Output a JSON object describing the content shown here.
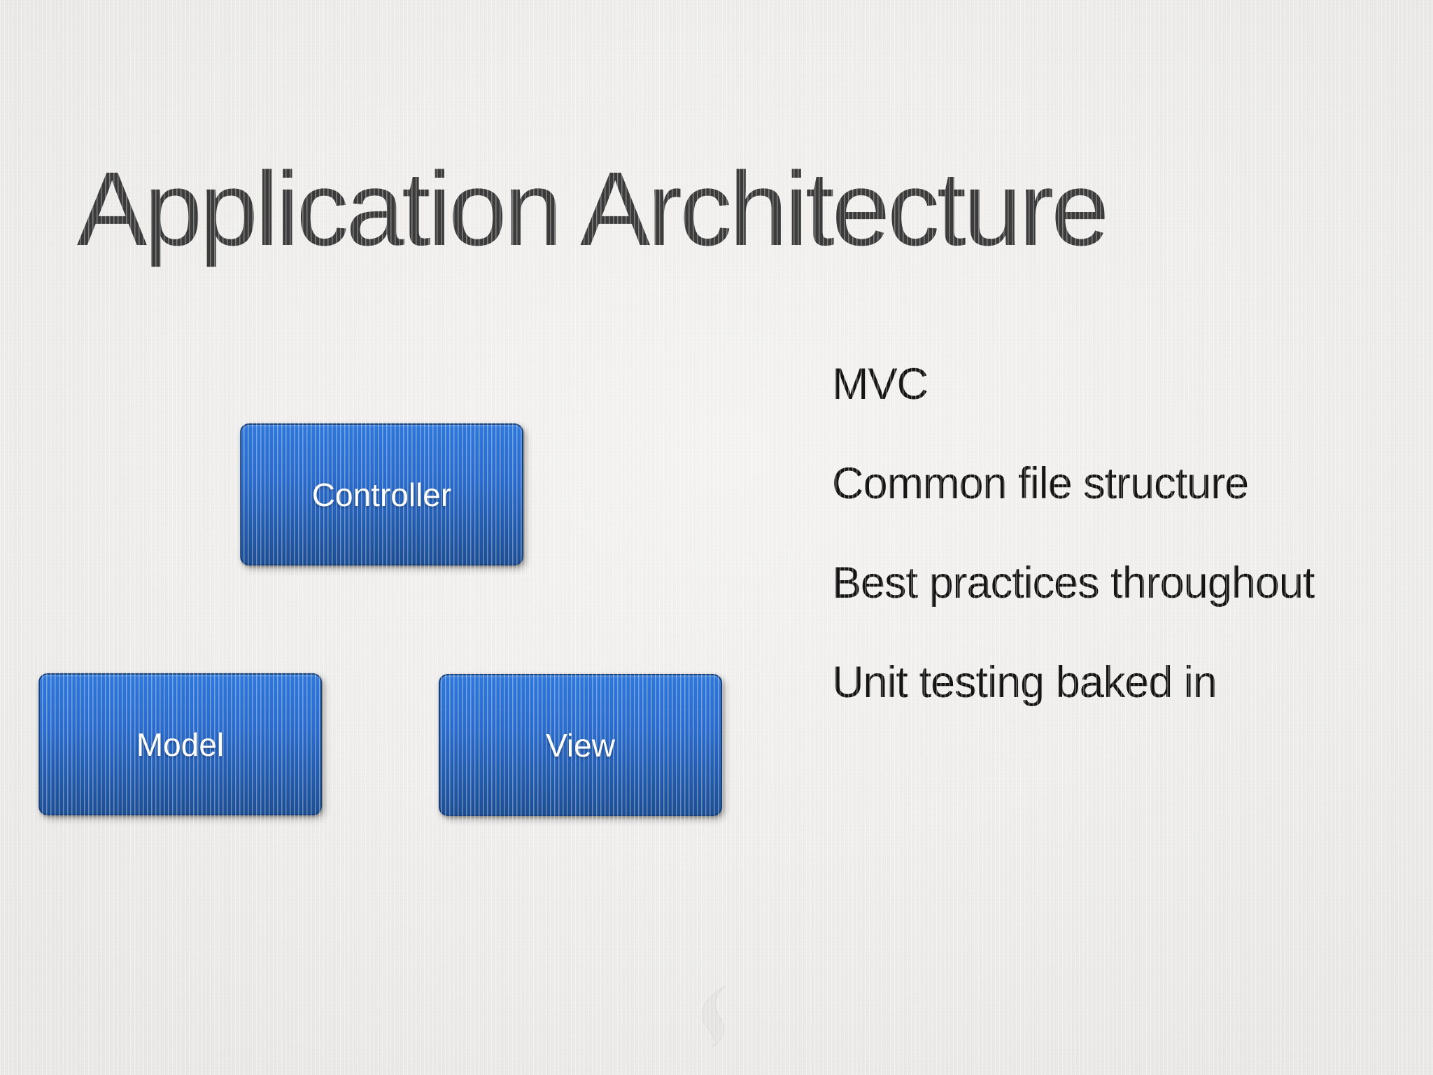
{
  "slide": {
    "title": "Application Architecture",
    "boxes": [
      {
        "label": "Controller"
      },
      {
        "label": "Model"
      },
      {
        "label": "View"
      }
    ],
    "bullets": [
      "MVC",
      "Common file structure",
      "Best practices throughout",
      "Unit testing baked in"
    ],
    "icons": [
      "swirl-leaf-watermark-icon"
    ],
    "colors": {
      "background": "#efeeec",
      "title_text": "#3b3b3b",
      "body_text": "#141414",
      "box_gradient_top": "#2e77da",
      "box_gradient_bottom": "#1c4e94",
      "box_border": "#16417d",
      "box_label_text": "#ffffff",
      "watermark": "#e4e3e1"
    }
  }
}
